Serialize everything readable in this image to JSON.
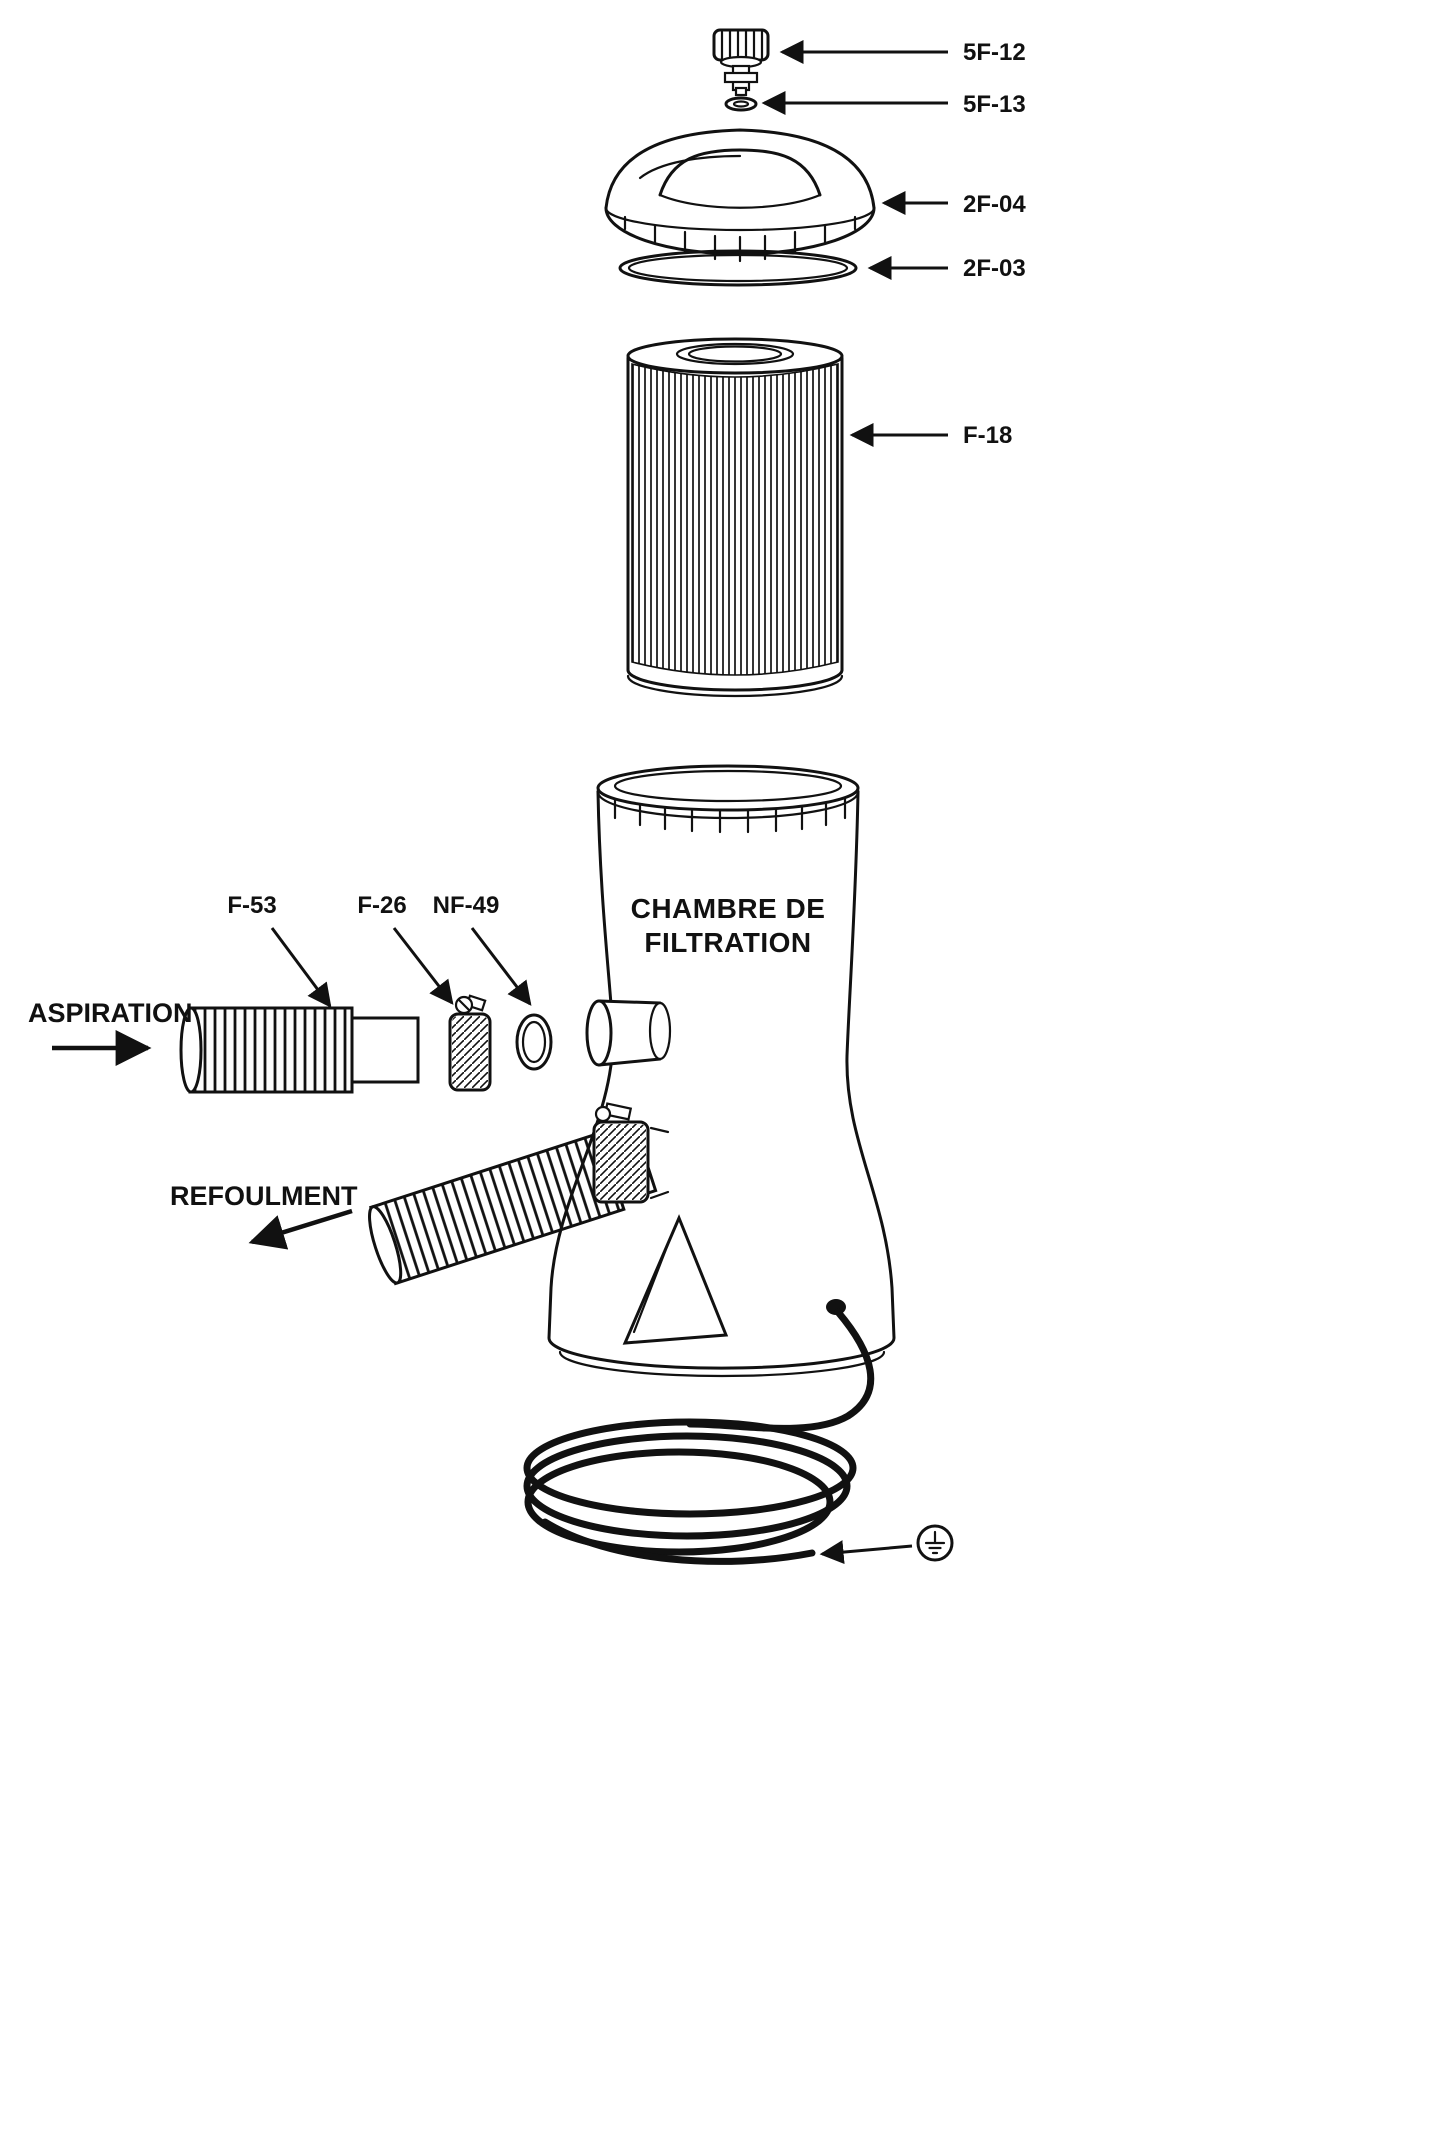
{
  "diagram": {
    "background": "#ffffff",
    "ink": "#111111",
    "parts": {
      "valve_cap": "5F-12",
      "valve_seal": "5F-13",
      "lid": "2F-04",
      "lid_oring": "2F-03",
      "cartridge": "F-18",
      "suction_hose": "F-53",
      "hose_clamp": "F-26",
      "stub_oring": "NF-49"
    },
    "flow": {
      "suction": "ASPIRATION",
      "discharge": "REFOULMENT"
    },
    "tank": {
      "line1": "CHAMBRE DE",
      "line2": "FILTRATION"
    }
  }
}
